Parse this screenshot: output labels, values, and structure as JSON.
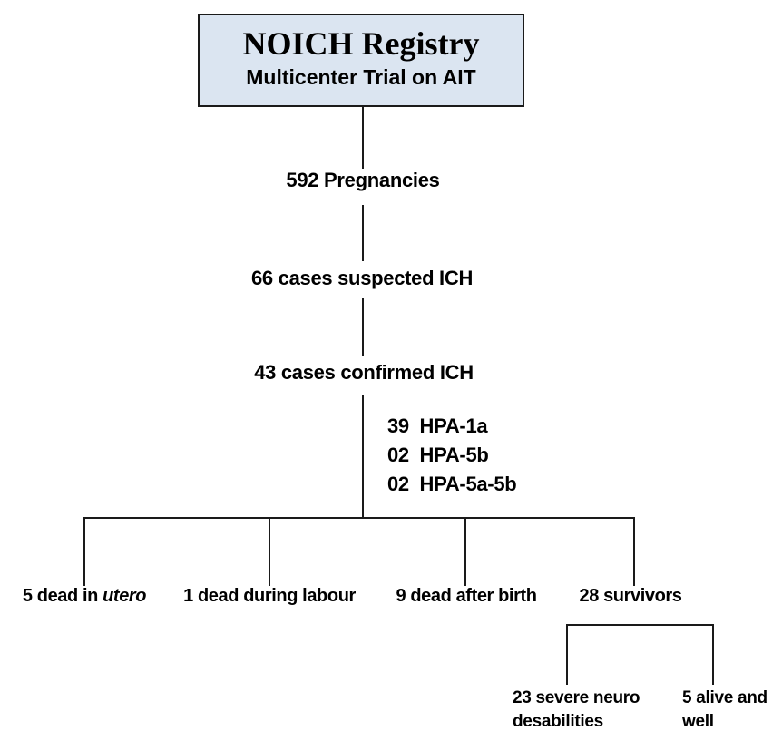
{
  "diagram": {
    "root_box": {
      "title": "NOICH Registry",
      "subtitle": "Multicenter Trial on AIT"
    },
    "nodes": {
      "pregnancies": "592 Pregnancies",
      "suspected": "66 cases suspected ICH",
      "confirmed": "43 cases confirmed ICH"
    },
    "hpa_breakdown": {
      "items": [
        "39  HPA-1a",
        "02  HPA-5b",
        "02  HPA-5a-5b"
      ]
    },
    "outcomes": {
      "dead_in_utero_prefix": "5 dead in ",
      "dead_in_utero_italic": "utero",
      "dead_during_labour": "1 dead during labour",
      "dead_after_birth": "9 dead after birth",
      "survivors": "28 survivors"
    },
    "survivor_outcomes": {
      "severe_neuro": "23 severe neuro desabilities",
      "alive_well": "5 alive and well"
    },
    "colors": {
      "box_fill": "#dbe5f1",
      "box_border": "#1a1a1a",
      "line": "#1a1a1a",
      "text": "#000000"
    }
  }
}
